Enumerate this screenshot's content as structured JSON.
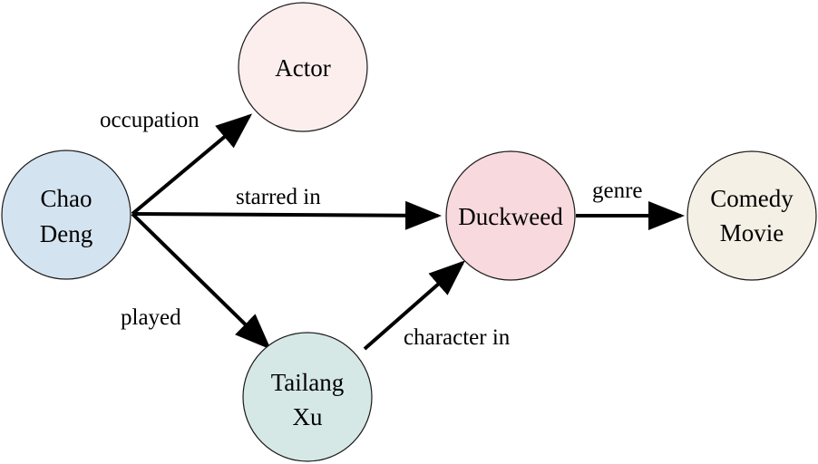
{
  "nodes": {
    "chao_deng": {
      "label_line1": "Chao",
      "label_line2": "Deng",
      "fill": "#d4e3f0"
    },
    "actor": {
      "label": "Actor",
      "fill": "#fdeeee"
    },
    "duckweed": {
      "label": "Duckweed",
      "fill": "#f8d9dd"
    },
    "comedy_movie": {
      "label_line1": "Comedy",
      "label_line2": "Movie",
      "fill": "#f4f0e5"
    },
    "tailang_xu": {
      "label_line1": "Tailang",
      "label_line2": "Xu",
      "fill": "#d5e8e6"
    }
  },
  "edges": {
    "occupation": {
      "label": "occupation"
    },
    "starred_in": {
      "label": "starred in"
    },
    "genre": {
      "label": "genre"
    },
    "played": {
      "label": "played"
    },
    "character_in": {
      "label": "character in"
    }
  }
}
